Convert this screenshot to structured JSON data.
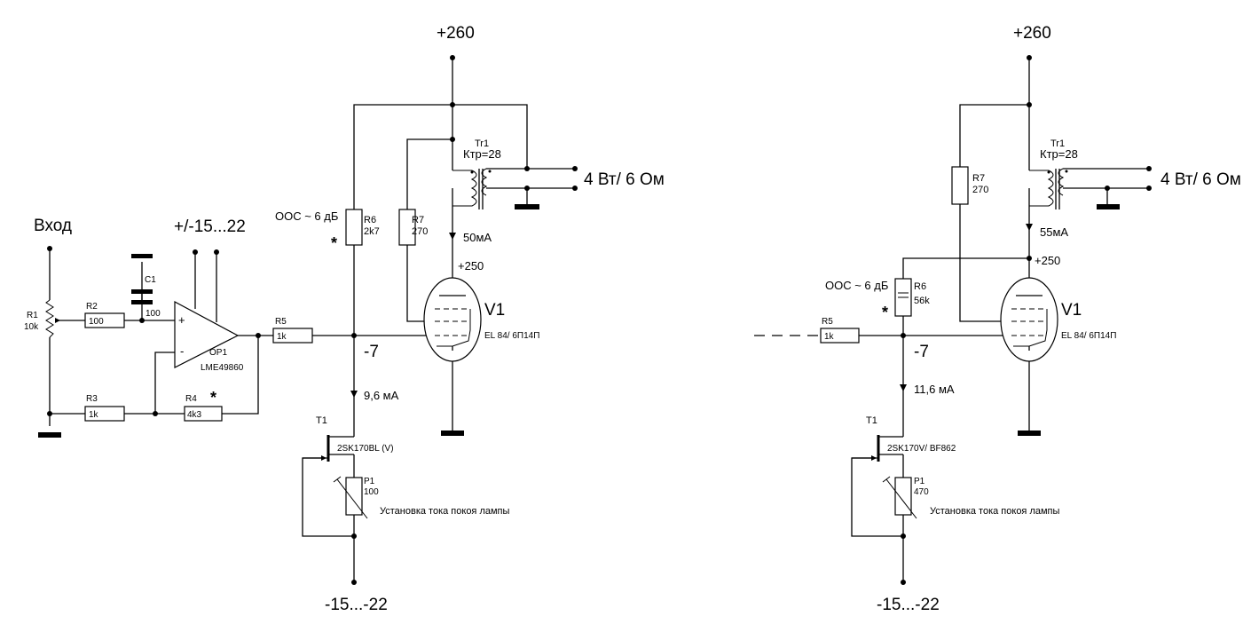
{
  "left": {
    "supply_pos": "+260",
    "supply_neg": "-15...-22",
    "input_label": "Вход",
    "opamp_supply": "+/-15...22",
    "transformer": {
      "ref": "Tr1",
      "ratio": "Ктр=28"
    },
    "output": "4 Вт/ 6 Ом",
    "nfb_label": "ООС ~ 6 дБ",
    "anode_current": "50мА",
    "anode_voltage": "+250",
    "cathode_voltage": "-7",
    "jfet_current": "9,6 мА",
    "tube": {
      "ref": "V1",
      "type": "EL 84/ 6П14П"
    },
    "opamp": {
      "ref": "OP1",
      "type": "LME49860"
    },
    "jfet": {
      "ref": "T1",
      "type": "2SK170BL (V)"
    },
    "pot": {
      "ref": "P1",
      "value": "100"
    },
    "bias_label": "Установка тока покоя лампы",
    "r1": {
      "ref": "R1",
      "value": "10k"
    },
    "r2": {
      "ref": "R2",
      "value": "100"
    },
    "r3": {
      "ref": "R3",
      "value": "1k"
    },
    "r4": {
      "ref": "R4",
      "value": "4k3"
    },
    "r5": {
      "ref": "R5",
      "value": "1k"
    },
    "r6": {
      "ref": "R6",
      "value": "2k7"
    },
    "r7": {
      "ref": "R7",
      "value": "270"
    },
    "c1": {
      "ref": "C1",
      "value": "100"
    },
    "star": "*",
    "opamp_plus": "+",
    "opamp_minus": "-"
  },
  "right": {
    "supply_pos": "+260",
    "supply_neg": "-15...-22",
    "transformer": {
      "ref": "Tr1",
      "ratio": "Ктр=28"
    },
    "output": "4 Вт/ 6 Ом",
    "nfb_label": "ООС ~ 6 дБ",
    "anode_current": "55мА",
    "anode_voltage": "+250",
    "cathode_voltage": "-7",
    "jfet_current": "11,6 мА",
    "tube": {
      "ref": "V1",
      "type": "EL 84/ 6П14П"
    },
    "jfet": {
      "ref": "T1",
      "type": "2SK170V/ BF862"
    },
    "pot": {
      "ref": "P1",
      "value": "470"
    },
    "bias_label": "Установка тока покоя лампы",
    "r5": {
      "ref": "R5",
      "value": "1k"
    },
    "r6": {
      "ref": "R6",
      "value": "56k"
    },
    "r7": {
      "ref": "R7",
      "value": "270"
    },
    "star": "*"
  }
}
